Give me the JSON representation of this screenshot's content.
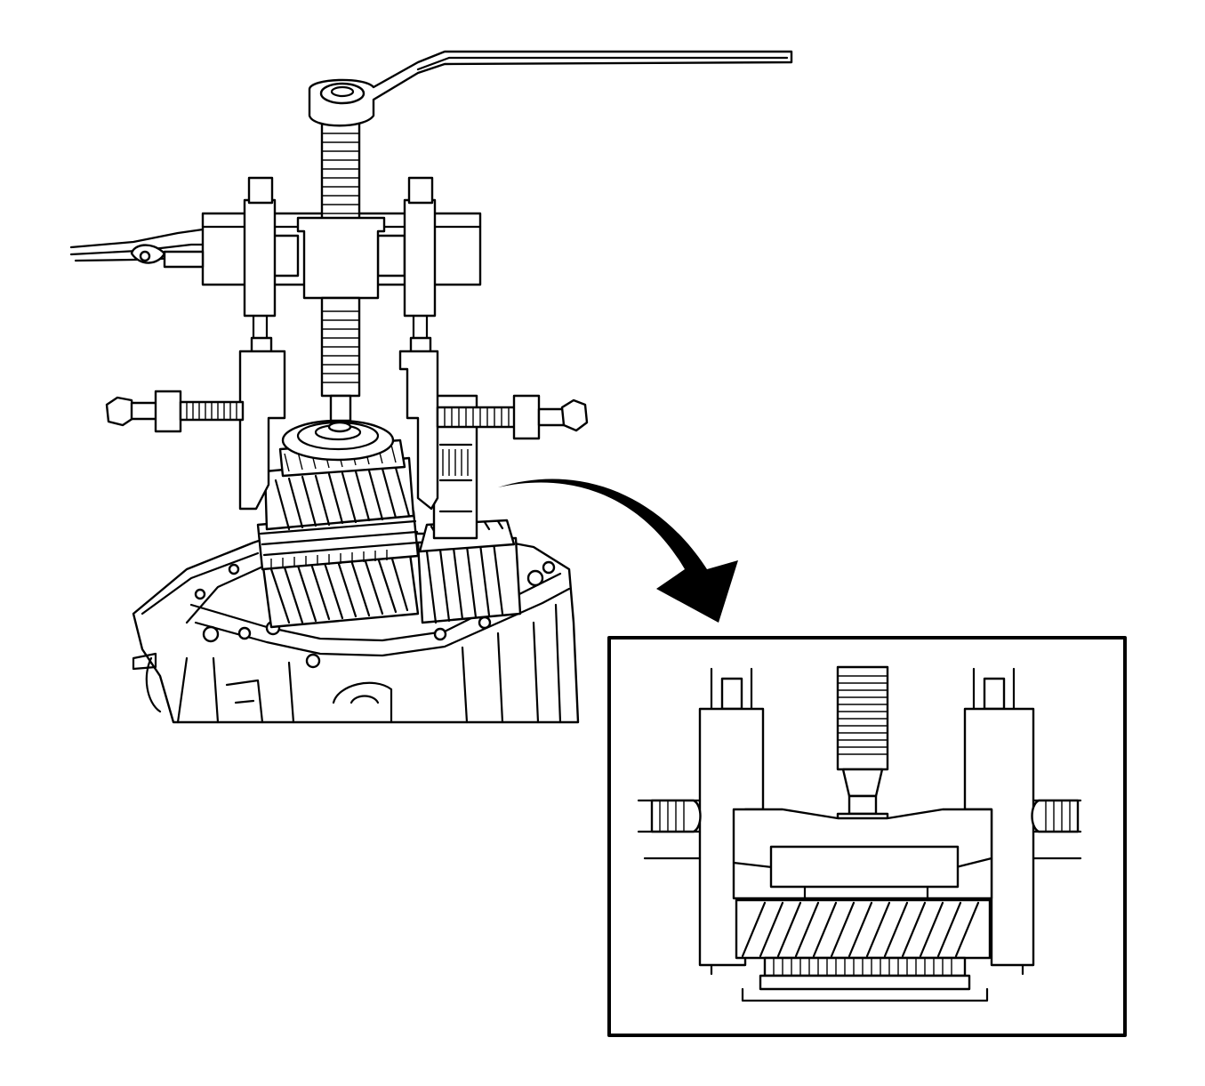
{
  "figure": {
    "ink_color": "#000000",
    "paper_color": "#ffffff",
    "main_view": "puller-on-gear-stack-isometric",
    "detail_view": "inset-front-view-of-puller-jaws",
    "arrow": "curved-arrow-main-to-inset",
    "labels": []
  }
}
